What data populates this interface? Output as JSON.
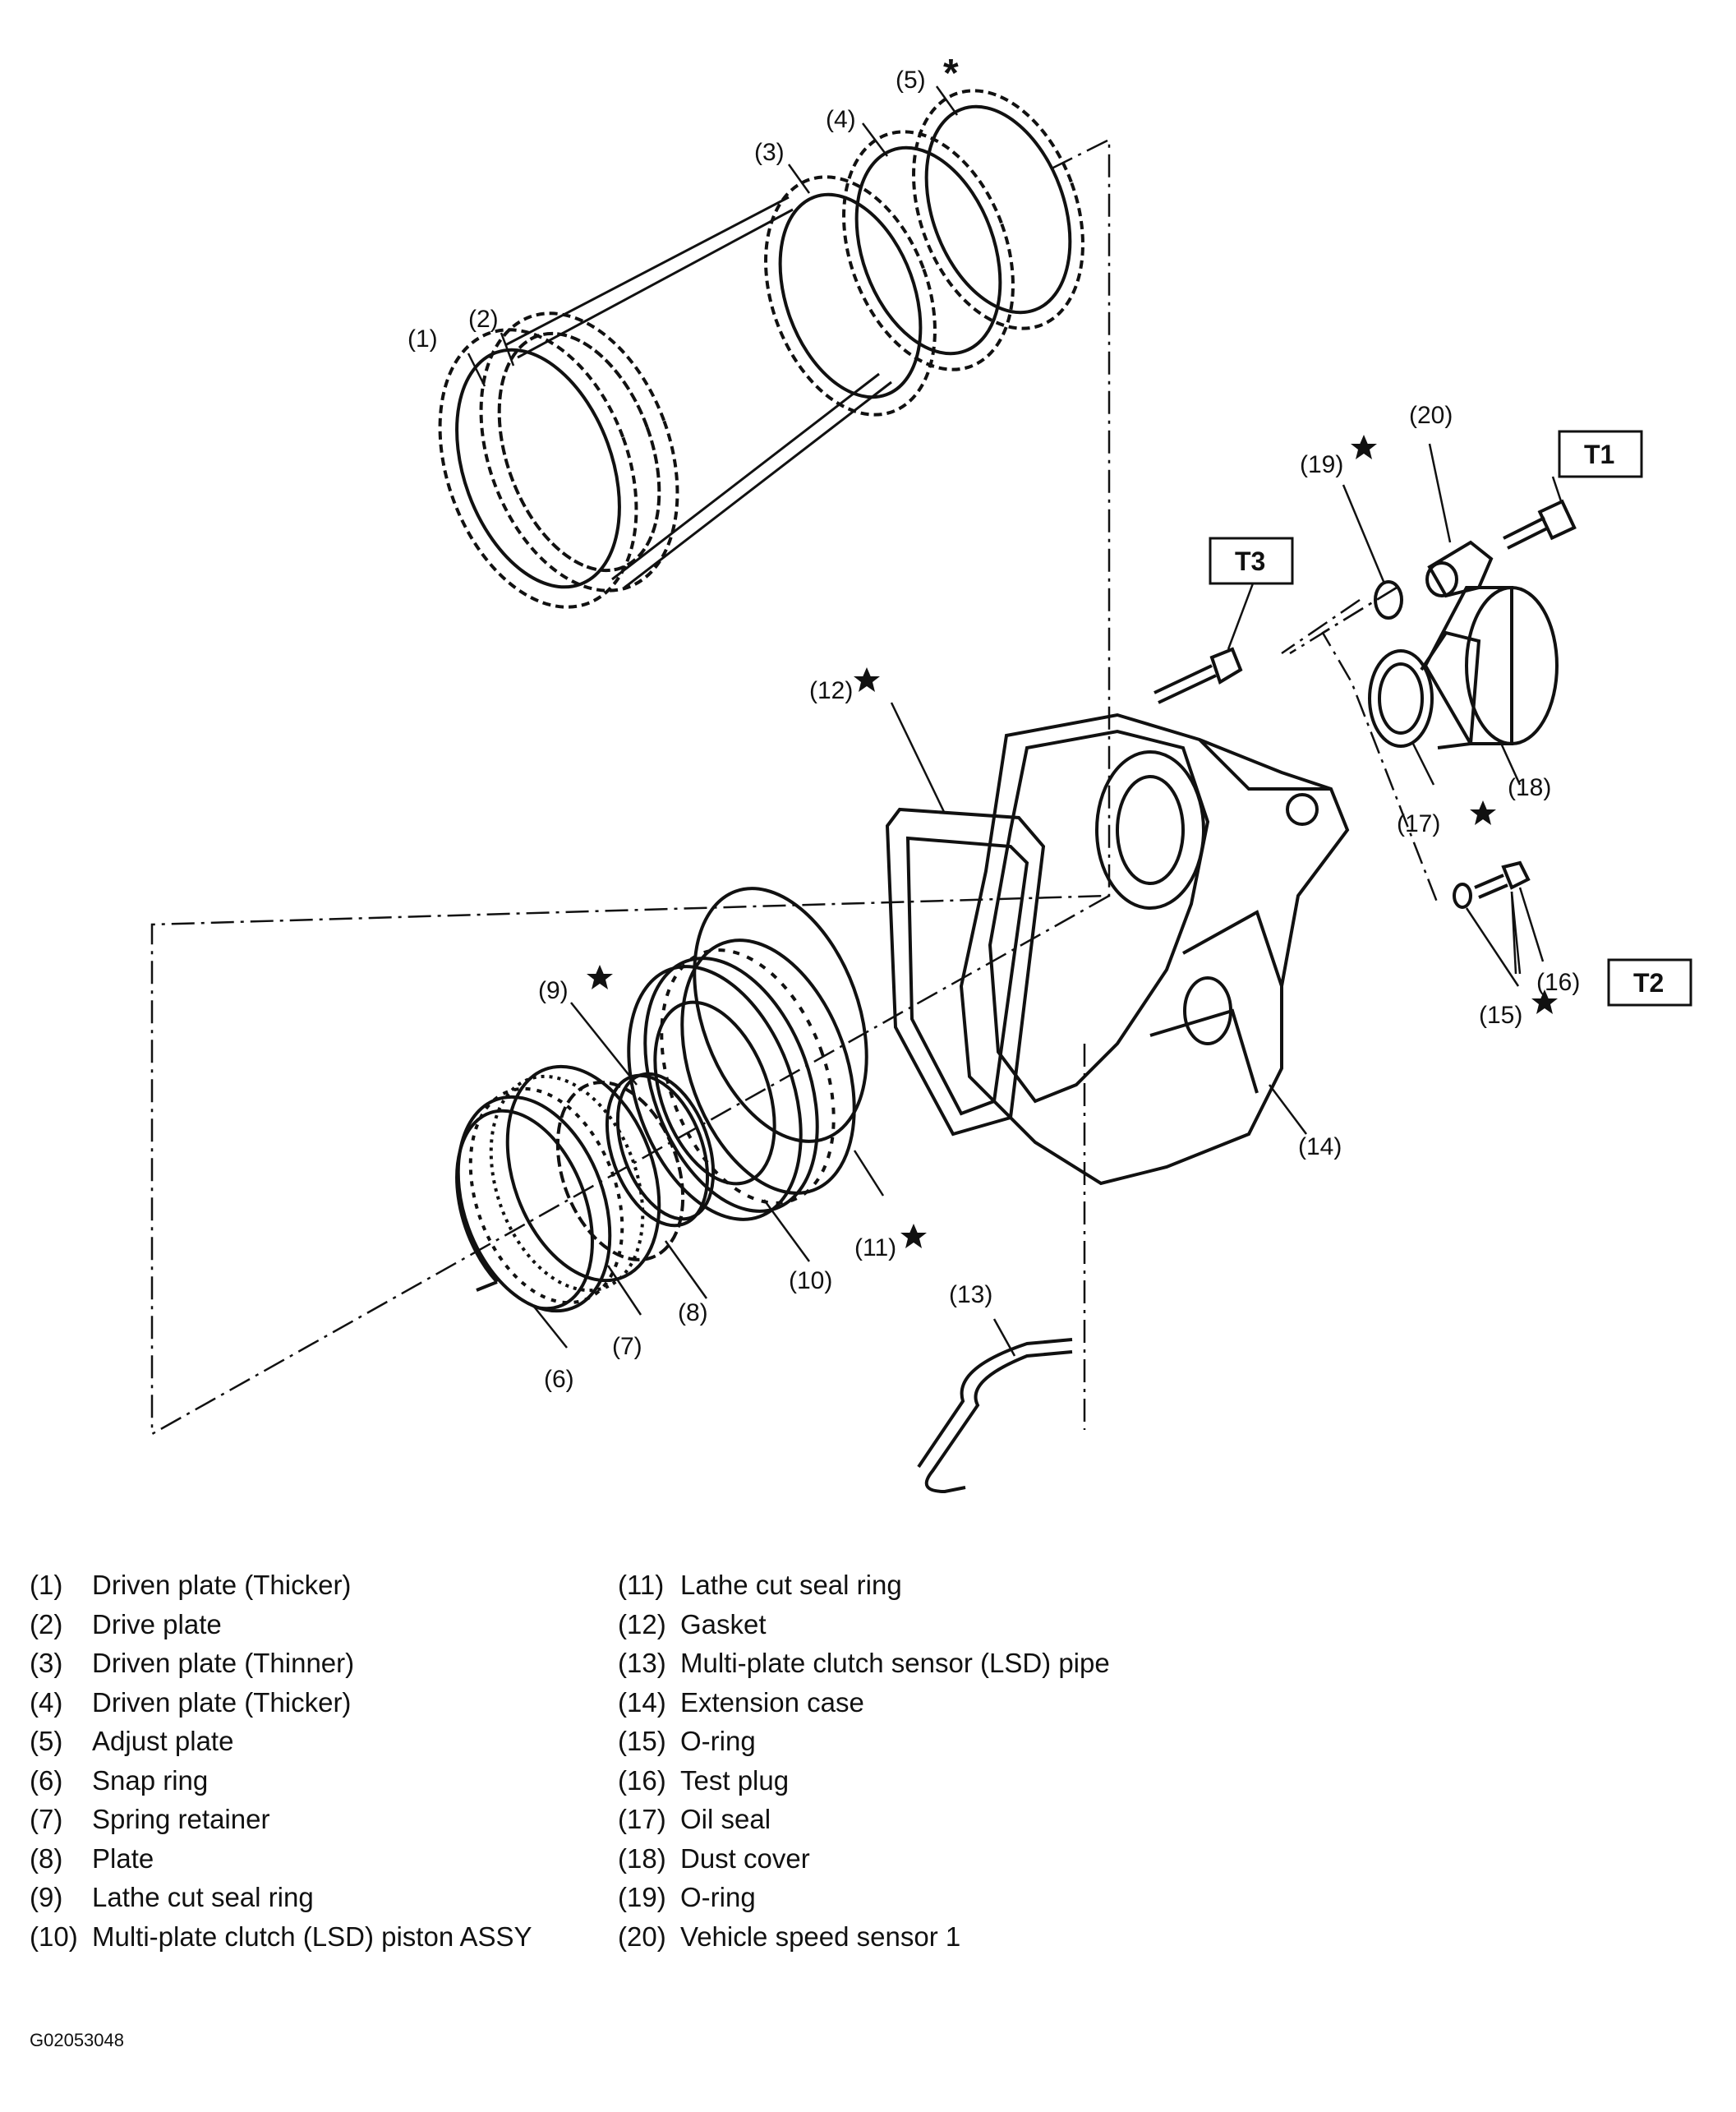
{
  "callouts": {
    "c1": "(1)",
    "c2": "(2)",
    "c3": "(3)",
    "c4": "(4)",
    "c5": "(5)",
    "c6": "(6)",
    "c7": "(7)",
    "c8": "(8)",
    "c9": "(9)",
    "c10": "(10)",
    "c11": "(11)",
    "c12": "(12)",
    "c13": "(13)",
    "c14": "(14)",
    "c15": "(15)",
    "c16": "(16)",
    "c17": "(17)",
    "c18": "(18)",
    "c19": "(19)",
    "c20": "(20)",
    "asterisk": "*"
  },
  "torque_boxes": {
    "t1": "T1",
    "t2": "T2",
    "t3": "T3"
  },
  "legend": {
    "left": [
      {
        "num": "(1)",
        "text": "Driven plate (Thicker)"
      },
      {
        "num": "(2)",
        "text": "Drive plate"
      },
      {
        "num": "(3)",
        "text": "Driven plate (Thinner)"
      },
      {
        "num": "(4)",
        "text": "Driven plate (Thicker)"
      },
      {
        "num": "(5)",
        "text": "Adjust plate"
      },
      {
        "num": "(6)",
        "text": "Snap ring"
      },
      {
        "num": "(7)",
        "text": "Spring retainer"
      },
      {
        "num": "(8)",
        "text": "Plate"
      },
      {
        "num": "(9)",
        "text": "Lathe cut seal ring"
      },
      {
        "num": "(10)",
        "text": "Multi-plate clutch (LSD) piston ASSY"
      }
    ],
    "right": [
      {
        "num": "(11)",
        "text": "Lathe cut seal ring"
      },
      {
        "num": "(12)",
        "text": "Gasket"
      },
      {
        "num": "(13)",
        "text": "Multi-plate clutch sensor (LSD) pipe"
      },
      {
        "num": "(14)",
        "text": "Extension case"
      },
      {
        "num": "(15)",
        "text": "O-ring"
      },
      {
        "num": "(16)",
        "text": "Test plug"
      },
      {
        "num": "(17)",
        "text": "Oil seal"
      },
      {
        "num": "(18)",
        "text": "Dust cover"
      },
      {
        "num": "(19)",
        "text": "O-ring"
      },
      {
        "num": "(20)",
        "text": "Vehicle speed sensor 1"
      }
    ]
  },
  "figure_id": "G02053048"
}
